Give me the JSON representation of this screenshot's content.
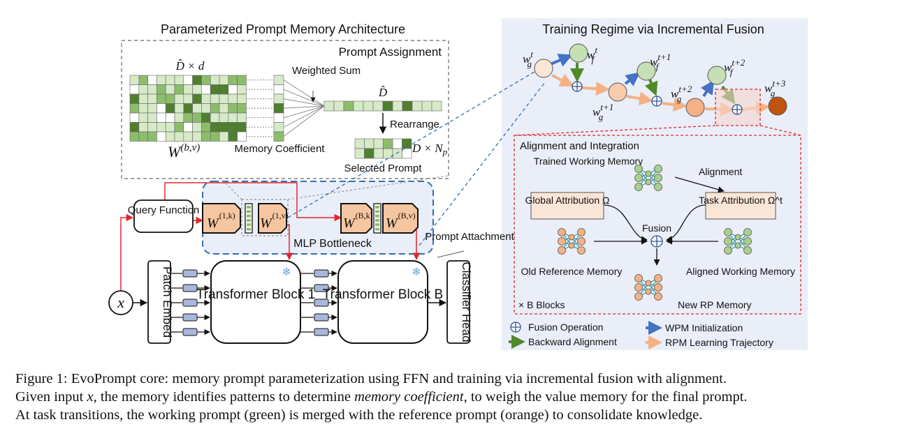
{
  "architecture": {
    "title": "Parameterized Prompt Memory Architecture",
    "prompt_assignment": "Prompt Assignment",
    "matrix_dim_label": "D̂ × d",
    "matrix_symbol": "W",
    "matrix_superscript": "(b,v)",
    "weighted_sum": "Weighted Sum",
    "vector_dim_label": "D̂",
    "rearrange": "Rearrange",
    "memory_coefficient": "Memory Coefficient",
    "prompt_dim_label": "D × N",
    "prompt_dim_sub": "p",
    "selected_prompt": "Selected Prompt"
  },
  "pipeline": {
    "query_function": "Query Function",
    "mlp_bottleneck": "MLP Bottleneck",
    "weight_symbol": "W",
    "w_1k": "(1,k)",
    "w_1v": "(1,v)",
    "w_Bk": "(B,k)",
    "w_Bv": "(B,v)",
    "prompt_attachment": "Prompt Attachment",
    "input": "x",
    "patch_embed": "Patch Embed",
    "block1": "Transformer Block 1",
    "blockB": "Transformer Block B",
    "classifier": "Classifier Head"
  },
  "training": {
    "title": "Training Regime via Incremental Fusion",
    "wg_t": "w_g^t",
    "wf_t": "w_f^t",
    "wg_t1": "w_g^{t+1}",
    "wf_t1": "w_f^{t+1}",
    "wg_t2": "w_g^{t+2}",
    "wf_t2": "w_f^{t+2}",
    "wg_t3": "w_g^{t+3}",
    "alignment_integration": "Alignment and Integration",
    "trained_working_memory": "Trained Working Memory",
    "alignment": "Alignment",
    "global_attribution": "Global Attribution Ω",
    "task_attribution": "Task Attribution Ω^t",
    "fusion": "Fusion",
    "old_reference_memory": "Old Reference Memory",
    "aligned_working_memory": "Aligned Working Memory",
    "new_rp_memory": "New RP Memory",
    "blocks_label": "× B Blocks"
  },
  "legend": {
    "fusion_operation": "Fusion Operation",
    "backward_alignment": "Backward Alignment",
    "wpm_initialization": "WPM Initialization",
    "rpm_learning": "RPM Learning Trajectory"
  },
  "caption": {
    "line1": "Figure 1: EvoPrompt core: memory prompt parameterization using FFN and training via incremental fusion with alignment.",
    "line2_a": "Given input ",
    "line2_x": "x",
    "line2_b": ", the memory identifies patterns to determine ",
    "line2_em": "memory coefficient",
    "line2_c": ", to weigh the value memory for the final prompt.",
    "line3": "At task transitions, the working prompt (green) is merged with the reference prompt (orange) to consolidate knowledge."
  },
  "colors": {
    "green_dark": "#4f7f2f",
    "green_mid": "#8dbd6b",
    "green_light": "#d6eac8",
    "orange": "#f6c6a0",
    "orange_dark": "#c0530e",
    "blue": "#4472c4",
    "red": "#e0282a",
    "panel_bg": "#e9eef8"
  }
}
